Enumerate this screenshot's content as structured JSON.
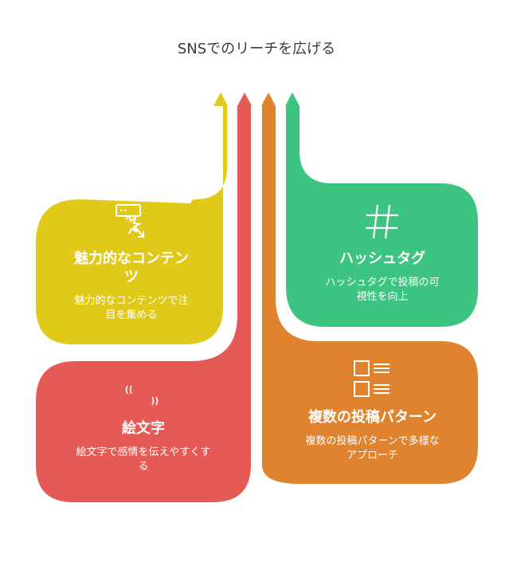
{
  "title": "SNSでのリーチを広げる",
  "colors": {
    "yellow": "#E0C918",
    "red": "#E55A55",
    "orange": "#E0832F",
    "green": "#3DC482"
  },
  "cards": {
    "attractive": {
      "heading_line1": "魅力的なコンテン",
      "heading_line2": "ツ",
      "desc_line1": "魅力的なコンテンツで注",
      "desc_line2": "目を集める",
      "icon": "sparkle-click-icon"
    },
    "hashtag": {
      "heading": "ハッシュタグ",
      "desc_line1": "ハッシュタグで投稿の可",
      "desc_line2": "視性を向上",
      "icon": "hashtag-icon"
    },
    "emoji": {
      "heading": "絵文字",
      "desc_line1": "絵文字で感情を伝えやすくす",
      "desc_line2": "る",
      "icon": "quote-marks-icon"
    },
    "patterns": {
      "heading": "複数の投稿パターン",
      "desc_line1": "複数の投稿パターンで多様な",
      "desc_line2": "アプローチ",
      "icon": "list-icon"
    }
  }
}
